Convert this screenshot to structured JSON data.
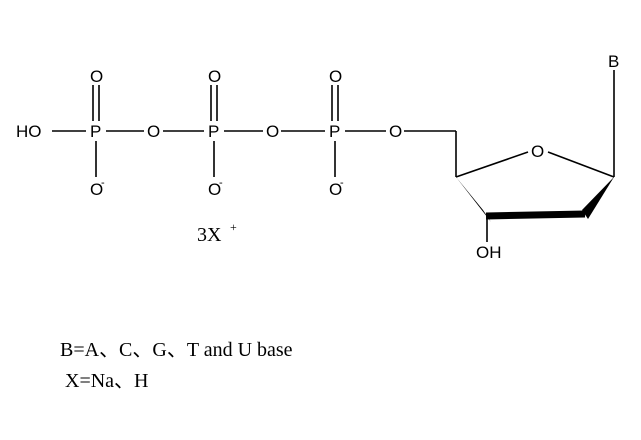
{
  "molecule": {
    "atoms": {
      "ho": "HO",
      "p1": "P",
      "p2": "P",
      "p3": "P",
      "o_bridge1": "O",
      "o_bridge2": "O",
      "o_bridge3": "O",
      "o_top1": "O",
      "o_top2": "O",
      "o_top3": "O",
      "o_bot1": "O",
      "o_bot2": "O",
      "o_bot3": "O",
      "charge": "-",
      "o_ring": "O",
      "oh": "OH",
      "base": "B"
    },
    "counterion": {
      "coefficient": "3X",
      "charge": "+"
    }
  },
  "legend": {
    "line1": "B=A、C、G、T and U base",
    "line2": "X=Na、H"
  }
}
